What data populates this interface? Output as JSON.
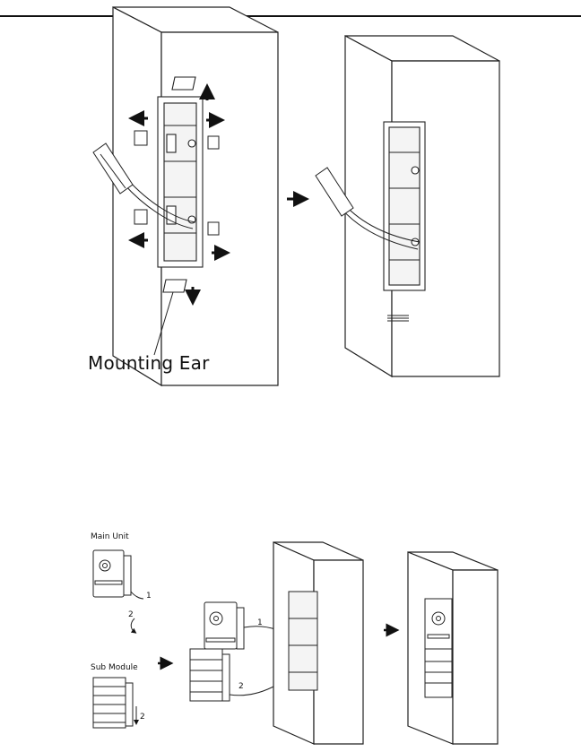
{
  "figure_top": {
    "mounting_ear_label": "Mounting Ear"
  },
  "figure_bottom": {
    "main_unit_label": "Main Unit",
    "sub_module_label": "Sub Module",
    "step_labels": [
      "1",
      "2",
      "1",
      "2",
      "2"
    ]
  },
  "icons": [
    "arrow-up-icon",
    "arrow-down-icon",
    "arrow-left-icon",
    "arrow-right-icon",
    "network-cable-icon"
  ]
}
